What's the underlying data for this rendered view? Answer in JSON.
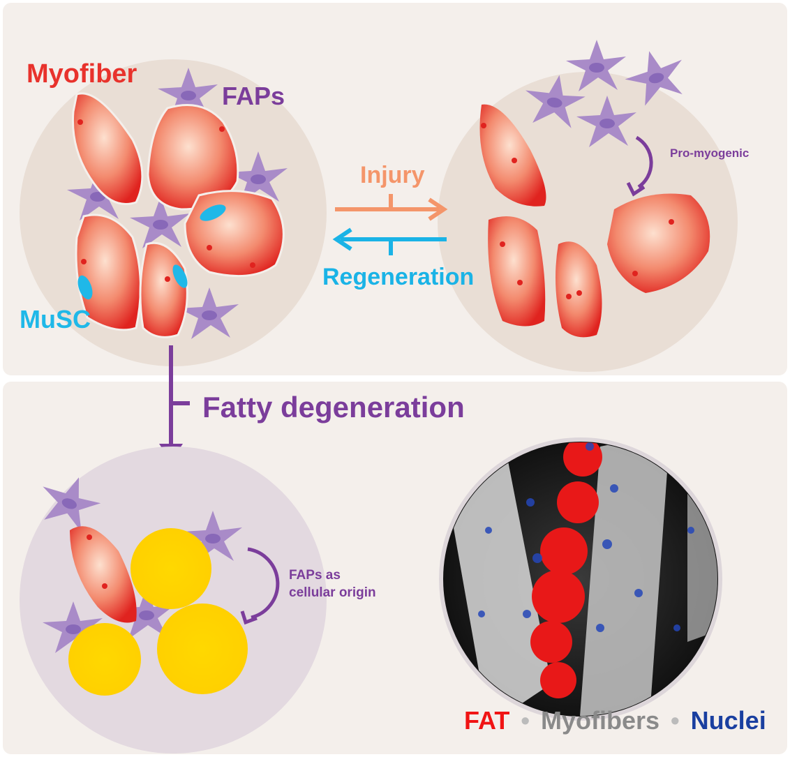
{
  "labels": {
    "myofiber": "Myofiber",
    "faps": "FAPs",
    "musc": "MuSC",
    "injury": "Injury",
    "regeneration": "Regeneration",
    "pro_myogenic": "Pro-myogenic",
    "fatty_degeneration": "Fatty degeneration",
    "faps_origin_line1": "FAPs as",
    "faps_origin_line2": "cellular origin"
  },
  "legend": {
    "fat": "FAT",
    "separator": "•",
    "myofibers": "Myofibers",
    "nuclei": "Nuclei"
  },
  "colors": {
    "myofiber": "#e8322c",
    "fap": "#a98bc8",
    "musc": "#1fb8e8",
    "injury": "#f4956a",
    "regeneration": "#1ab3e6",
    "fatty": "#7b3d9b",
    "fat_cell": "#ffd400",
    "nuclei": "#1a3fa0",
    "myofibers_gray": "#8a8a8a"
  }
}
